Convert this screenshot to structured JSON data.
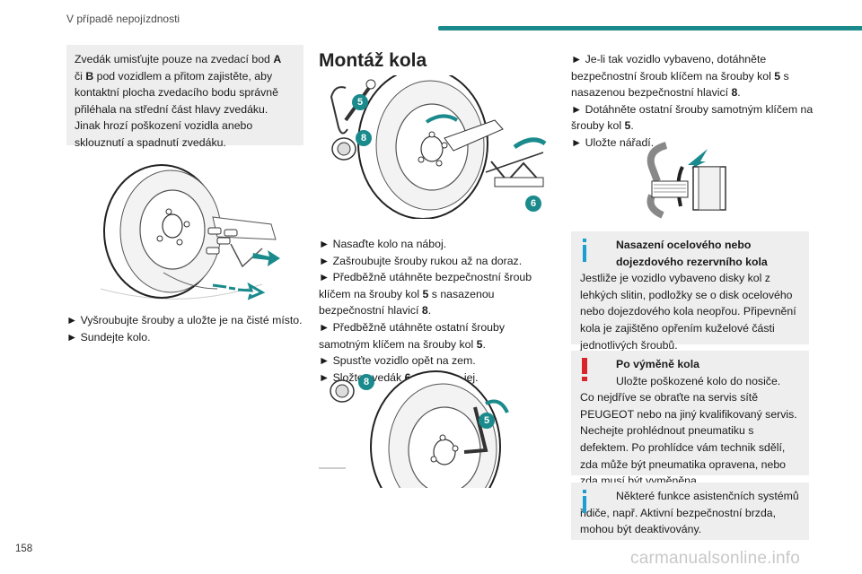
{
  "header": {
    "title": "V případě nepojízdnosti",
    "accent_color": "#1a8a8c"
  },
  "left": {
    "warning": {
      "t1": "Zvedák umisťujte pouze na zvedací bod ",
      "b1": "A",
      "t2": "či ",
      "b2": "B",
      "t3": " pod vozidlem a přitom zajistěte, aby kontaktní plocha zvedacího bodu správně přiléhala na střední část hlavy zvedáku. Jinak hrozí poškození vozidla anebo sklouznutí a spadnutí zvedáku."
    },
    "steps": [
      "► Vyšroubujte šrouby a uložte je na čisté místo.",
      "► Sundejte kolo."
    ]
  },
  "middle": {
    "title": "Montáž kola",
    "figure_top_badges": [
      "5",
      "8",
      "6"
    ],
    "steps": {
      "s1": "► Nasaďte kolo na náboj.",
      "s2": "► Zašroubujte šrouby rukou až na doraz.",
      "s3a": "► Předběžně utáhněte bezpečnostní šroub klíčem na šrouby kol ",
      "s3b": "5",
      "s3c": " s nasazenou bezpečnostní hlavicí ",
      "s3d": "8",
      "s3e": ".",
      "s4a": "► Předběžně utáhněte ostatní šrouby samotným klíčem na šrouby kol ",
      "s4b": "5",
      "s4c": ".",
      "s5": "► Spusťte vozidlo opět na zem.",
      "s6a": "► Složte zvedák ",
      "s6b": "6",
      "s6c": " a vyjměte jej."
    },
    "figure_bottom_badges": [
      "8",
      "5"
    ],
    "badge_color": "#1a8a8c"
  },
  "right": {
    "steps": {
      "r1a": "► Je-li tak vozidlo vybaveno, dotáhněte bezpečnostní šroub klíčem na šrouby kol ",
      "r1b": "5",
      "r1c": " s nasazenou bezpečnostní hlavicí ",
      "r1d": "8",
      "r1e": ".",
      "r2a": "► Dotáhněte ostatní šrouby samotným klíčem na šrouby kol ",
      "r2b": "5",
      "r2c": ".",
      "r3": "► Uložte nářadí."
    },
    "info1": {
      "title": "Nasazení ocelového nebo dojezdového rezervního kola",
      "body": "Jestliže je vozidlo vybaveno disky kol z lehkých slitin, podložky se o disk ocelového nebo dojezdového kola neopřou. Připevnění kola je zajištěno opřením kuželové části jednotlivých šroubů."
    },
    "warn2": {
      "title": "Po výměně kola",
      "line1": "Uložte poškozené kolo do nosiče.",
      "body": "Co nejdříve se obraťte na servis sítě PEUGEOT nebo na jiný kvalifikovaný servis. Nechejte prohlédnout pneumatiku s defektem. Po prohlídce vám technik sdělí, zda může být pneumatika opravena, nebo zda musí být vyměněna."
    },
    "info3": {
      "text": "Některé funkce asistenčních systémů řidiče, např. Aktivní bezpečnostní brzda, mohou být deaktivovány."
    },
    "info_mark_color": "#1a9fd0",
    "warn_mark_color": "#d9252a"
  },
  "footer": {
    "page_number": "158",
    "watermark": "carmanualsonline.info"
  }
}
